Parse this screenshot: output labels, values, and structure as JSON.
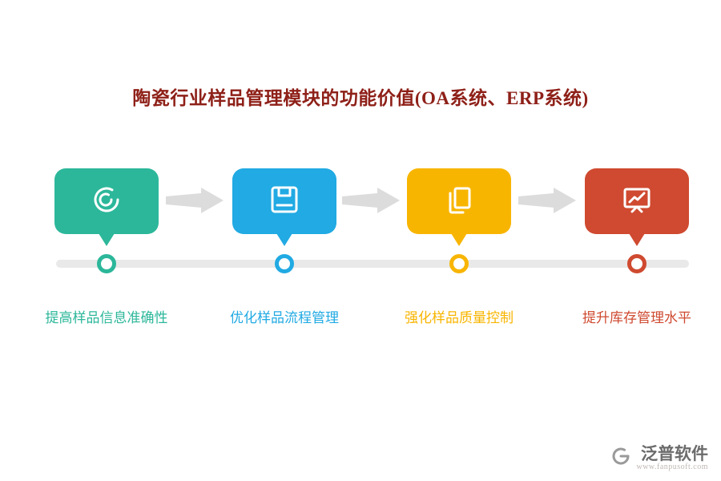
{
  "title": "陶瓷行业样品管理模块的功能价值(OA系统、ERP系统)",
  "title_color": "#8e2018",
  "steps": [
    {
      "label": "提高样品信息准确性",
      "color": "#2cb79a",
      "icon": "donut-chart-icon"
    },
    {
      "label": "优化样品流程管理",
      "color": "#21aae3",
      "icon": "save-icon"
    },
    {
      "label": "强化样品质量控制",
      "color": "#f8b500",
      "icon": "copy-icon"
    },
    {
      "label": "提升库存管理水平",
      "color": "#cf4a30",
      "icon": "presentation-chart-icon"
    }
  ],
  "connector": {
    "arrow_color": "#dcdcdc",
    "timeline_color": "#e9e9e9"
  },
  "footer": {
    "brand": "泛普软件",
    "url": "www.fanpusoft.com"
  }
}
